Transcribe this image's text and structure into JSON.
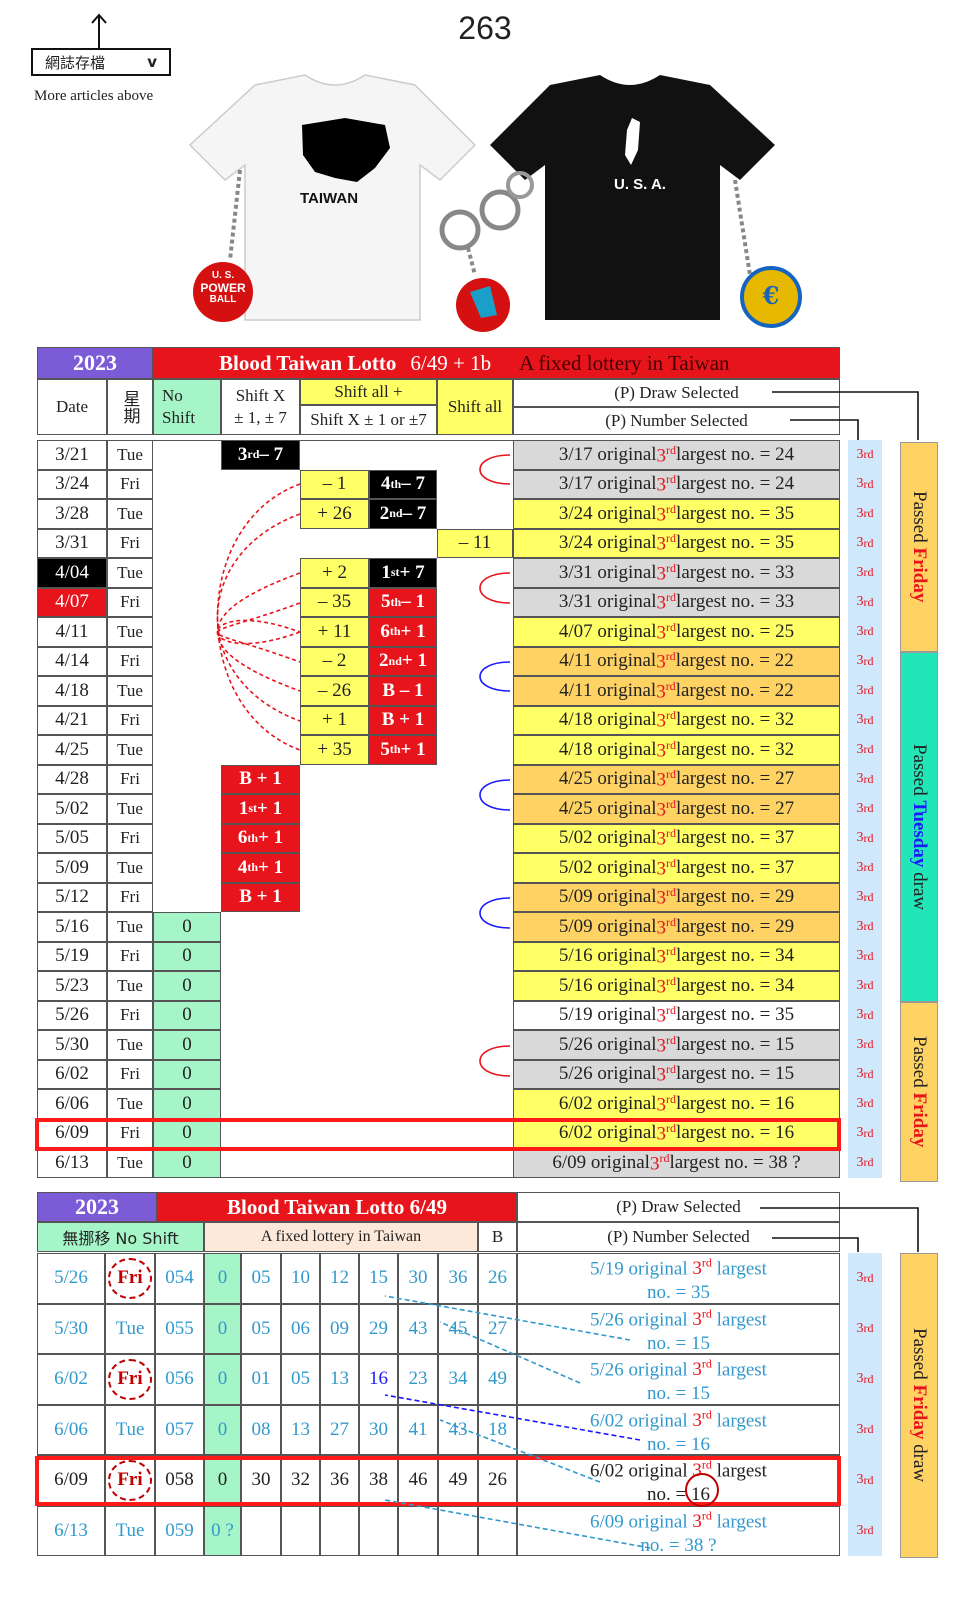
{
  "header": {
    "page_number": "263",
    "archive_select": "網誌存檔",
    "archive_chevron": "v",
    "more_articles": "More articles above",
    "shirt_left_label": "TAIWAN",
    "shirt_right_label": "U. S. A.",
    "ball_label_1": "U. S.",
    "ball_label_2": "POWER",
    "ball_label_3": "BALL",
    "coin_symbol": "€"
  },
  "table1": {
    "year": "2023",
    "title": "Blood Taiwan Lotto",
    "subtitle": "6/49 + 1b",
    "fixed": "A fixed lottery in Taiwan",
    "col_date": "Date",
    "col_week": "星期",
    "col_noshift": "No Shift",
    "col_shiftx_1": "Shift X",
    "col_shiftx_2": "± 1, ± 7",
    "col_shiftall_plus_1": "Shift all +",
    "col_shiftall_plus_2": "Shift X ± 1 or ±7",
    "col_shiftall": "Shift all",
    "draw_selected": "(P) Draw Selected",
    "number_selected": "(P) Number Selected",
    "side_friday_1": "Passed Friday",
    "side_tuesday": "Passed Tuesday draw",
    "side_friday_2": "Passed Friday",
    "rows": [
      {
        "date": "3/21",
        "day": "Tue",
        "ns": "",
        "sx": "3rd – 7",
        "sxc": "blk",
        "sa": "",
        "sb": "",
        "sbc": "",
        "all": "",
        "text": "3/17 original 3rd  largest no. = 24",
        "tc": "gry"
      },
      {
        "date": "3/24",
        "day": "Fri",
        "ns": "",
        "sx": "",
        "sxc": "",
        "sa": "– 1",
        "sb": "4th – 7",
        "sbc": "blk",
        "all": "",
        "text": "3/17 original 3rd  largest no. = 24",
        "tc": "gry"
      },
      {
        "date": "3/28",
        "day": "Tue",
        "ns": "",
        "sx": "",
        "sxc": "",
        "sa": "+ 26",
        "sb": "2nd – 7",
        "sbc": "blk",
        "all": "",
        "text": "3/24 original 3rd  largest no. = 35",
        "tc": "yel"
      },
      {
        "date": "3/31",
        "day": "Fri",
        "ns": "",
        "sx": "",
        "sxc": "",
        "sa": "",
        "sb": "",
        "sbc": "",
        "all": "– 11",
        "text": "3/24 original 3rd  largest no. = 35",
        "tc": "yel"
      },
      {
        "date": "4/04",
        "day": "Tue",
        "ns": "",
        "sx": "",
        "sxc": "",
        "sa": "+ 2",
        "sb": "1st + 7",
        "sbc": "blk",
        "all": "",
        "text": "3/31 original 3rd  largest no. = 33",
        "tc": "gry",
        "dc": "blk"
      },
      {
        "date": "4/07",
        "day": "Fri",
        "ns": "",
        "sx": "",
        "sxc": "",
        "sa": "– 35",
        "sb": "5th – 1",
        "sbc": "red",
        "all": "",
        "text": "3/31 original 3rd  largest no. = 33",
        "tc": "gry",
        "dc": "red"
      },
      {
        "date": "4/11",
        "day": "Tue",
        "ns": "",
        "sx": "",
        "sxc": "",
        "sa": "+ 11",
        "sb": "6th + 1",
        "sbc": "red",
        "all": "",
        "text": "4/07 original 3rd  largest no. = 25",
        "tc": "yel"
      },
      {
        "date": "4/14",
        "day": "Fri",
        "ns": "",
        "sx": "",
        "sxc": "",
        "sa": "– 2",
        "sb": "2nd + 1",
        "sbc": "red",
        "all": "",
        "text": "4/11 original 3rd  largest no. = 22",
        "tc": "orn"
      },
      {
        "date": "4/18",
        "day": "Tue",
        "ns": "",
        "sx": "",
        "sxc": "",
        "sa": "– 26",
        "sb": "B – 1",
        "sbc": "red",
        "all": "",
        "text": "4/11 original 3rd  largest no. = 22",
        "tc": "orn"
      },
      {
        "date": "4/21",
        "day": "Fri",
        "ns": "",
        "sx": "",
        "sxc": "",
        "sa": "+ 1",
        "sb": "B + 1",
        "sbc": "red",
        "all": "",
        "text": "4/18 original 3rd  largest no. = 32",
        "tc": "yel"
      },
      {
        "date": "4/25",
        "day": "Tue",
        "ns": "",
        "sx": "",
        "sxc": "",
        "sa": "+ 35",
        "sb": "5th + 1",
        "sbc": "red",
        "all": "",
        "text": "4/18 original 3rd  largest no. = 32",
        "tc": "yel"
      },
      {
        "date": "4/28",
        "day": "Fri",
        "ns": "",
        "sx": "B + 1",
        "sxc": "red",
        "sa": "",
        "sb": "",
        "sbc": "",
        "all": "",
        "text": "4/25 original 3rd  largest no. = 27",
        "tc": "orn"
      },
      {
        "date": "5/02",
        "day": "Tue",
        "ns": "",
        "sx": "1st + 1",
        "sxc": "red",
        "sa": "",
        "sb": "",
        "sbc": "",
        "all": "",
        "text": "4/25 original 3rd  largest no. = 27",
        "tc": "orn"
      },
      {
        "date": "5/05",
        "day": "Fri",
        "ns": "",
        "sx": "6th + 1",
        "sxc": "red",
        "sa": "",
        "sb": "",
        "sbc": "",
        "all": "",
        "text": "5/02 original 3rd  largest no. = 37",
        "tc": "yel"
      },
      {
        "date": "5/09",
        "day": "Tue",
        "ns": "",
        "sx": "4th + 1",
        "sxc": "red",
        "sa": "",
        "sb": "",
        "sbc": "",
        "all": "",
        "text": "5/02 original 3rd  largest no. = 37",
        "tc": "yel"
      },
      {
        "date": "5/12",
        "day": "Fri",
        "ns": "",
        "sx": "B + 1",
        "sxc": "red",
        "sa": "",
        "sb": "",
        "sbc": "",
        "all": "",
        "text": "5/09 original 3rd  largest no. = 29",
        "tc": "orn"
      },
      {
        "date": "5/16",
        "day": "Tue",
        "ns": "0",
        "sx": "",
        "sxc": "",
        "sa": "",
        "sb": "",
        "sbc": "",
        "all": "",
        "text": "5/09 original 3rd  largest no. = 29",
        "tc": "orn"
      },
      {
        "date": "5/19",
        "day": "Fri",
        "ns": "0",
        "sx": "",
        "sxc": "",
        "sa": "",
        "sb": "",
        "sbc": "",
        "all": "",
        "text": "5/16 original 3rd  largest no. = 34",
        "tc": "yel"
      },
      {
        "date": "5/23",
        "day": "Tue",
        "ns": "0",
        "sx": "",
        "sxc": "",
        "sa": "",
        "sb": "",
        "sbc": "",
        "all": "",
        "text": "5/16 original 3rd  largest no. = 34",
        "tc": "yel"
      },
      {
        "date": "5/26",
        "day": "Fri",
        "ns": "0",
        "sx": "",
        "sxc": "",
        "sa": "",
        "sb": "",
        "sbc": "",
        "all": "",
        "text": "5/19 original 3rd  largest no. = 35",
        "tc": ""
      },
      {
        "date": "5/30",
        "day": "Tue",
        "ns": "0",
        "sx": "",
        "sxc": "",
        "sa": "",
        "sb": "",
        "sbc": "",
        "all": "",
        "text": "5/26 original 3rd  largest no. = 15",
        "tc": "gry"
      },
      {
        "date": "6/02",
        "day": "Fri",
        "ns": "0",
        "sx": "",
        "sxc": "",
        "sa": "",
        "sb": "",
        "sbc": "",
        "all": "",
        "text": "5/26 original 3rd  largest no. = 15",
        "tc": "gry"
      },
      {
        "date": "6/06",
        "day": "Tue",
        "ns": "0",
        "sx": "",
        "sxc": "",
        "sa": "",
        "sb": "",
        "sbc": "",
        "all": "",
        "text": "6/02 original 3rd  largest no. = 16",
        "tc": "yel"
      },
      {
        "date": "6/09",
        "day": "Fri",
        "ns": "0",
        "sx": "",
        "sxc": "",
        "sa": "",
        "sb": "",
        "sbc": "",
        "all": "",
        "text": "6/02 original 3rd  largest no. = 16",
        "tc": "yel"
      },
      {
        "date": "6/13",
        "day": "Tue",
        "ns": "0",
        "sx": "",
        "sxc": "",
        "sa": "",
        "sb": "",
        "sbc": "",
        "all": "",
        "text": "6/09 original 3rd  largest no. = 38 ?",
        "tc": "gry"
      }
    ],
    "side_label": "3rd"
  },
  "table2": {
    "year": "2023",
    "title": "Blood  Taiwan Lotto 6/49",
    "noshift": "無挪移 No Shift",
    "fixed": "A fixed lottery in Taiwan",
    "b": "B",
    "draw_selected": "(P) Draw Selected",
    "number_selected": "(P) Number Selected",
    "side": "Passed Friday draw",
    "rows": [
      {
        "date": "5/26",
        "day": "Fri",
        "no": "054",
        "ns": "0",
        "n": [
          "05",
          "10",
          "12",
          "15",
          "30",
          "36"
        ],
        "b": "26",
        "t1": "5/19 original 3rd  largest",
        "t2": "no. = 35",
        "hl": false
      },
      {
        "date": "5/30",
        "day": "Tue",
        "no": "055",
        "ns": "0",
        "n": [
          "05",
          "06",
          "09",
          "29",
          "43",
          "45"
        ],
        "b": "27",
        "t1": "5/26 original 3rd  largest",
        "t2": "no. = 15",
        "hl": false
      },
      {
        "date": "6/02",
        "day": "Fri",
        "no": "056",
        "ns": "0",
        "n": [
          "01",
          "05",
          "13",
          "16",
          "23",
          "34"
        ],
        "b": "49",
        "t1": "5/26 original 3rd  largest",
        "t2": "no. = 15",
        "hl": false
      },
      {
        "date": "6/06",
        "day": "Tue",
        "no": "057",
        "ns": "0",
        "n": [
          "08",
          "13",
          "27",
          "30",
          "41",
          "43"
        ],
        "b": "18",
        "t1": "6/02 original 3rd  largest",
        "t2": "no. = 16",
        "hl": false
      },
      {
        "date": "6/09",
        "day": "Fri",
        "no": "058",
        "ns": "0",
        "n": [
          "30",
          "32",
          "36",
          "38",
          "46",
          "49"
        ],
        "b": "26",
        "t1": "6/02 original 3rd  largest",
        "t2": "no. = 16",
        "hl": true
      },
      {
        "date": "6/13",
        "day": "Tue",
        "no": "059",
        "ns": "0 ?",
        "n": [
          "",
          "",
          "",
          "",
          "",
          ""
        ],
        "b": "",
        "t1": "6/09 original 3rd  largest",
        "t2": "no. = 38 ?",
        "hl": false
      }
    ]
  }
}
